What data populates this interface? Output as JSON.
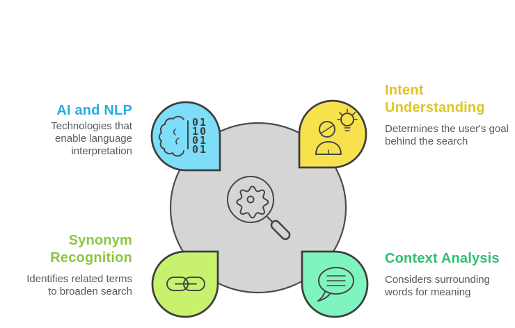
{
  "diagram": {
    "type": "hub-and-spokes",
    "center": {
      "icon": "magnifier-gear-icon",
      "fill": "#D5D5D5",
      "stroke": "#4B4B4B"
    },
    "nodes": {
      "top_left": {
        "title": "AI and NLP",
        "description": "Technologies that enable language interpretation",
        "accent": "#29ABE2",
        "fill": "#7EDDF8",
        "icon": "brain-binary-icon",
        "binary_rows": [
          "01",
          "10",
          "01",
          "01"
        ]
      },
      "top_right": {
        "title": "Intent Understanding",
        "description": "Determines the user's goal behind the search",
        "accent": "#E0C322",
        "fill": "#F7E14D",
        "icon": "user-idea-icon"
      },
      "bottom_left": {
        "title": "Synonym Recognition",
        "description": "Identifies related terms to broaden search",
        "accent": "#8CC63F",
        "fill": "#C8F26E",
        "icon": "link-icon"
      },
      "bottom_right": {
        "title": "Context Analysis",
        "description": "Considers surrounding words for meaning",
        "accent": "#2FBF71",
        "fill": "#80F4BF",
        "icon": "speech-bubble-icon"
      }
    }
  }
}
